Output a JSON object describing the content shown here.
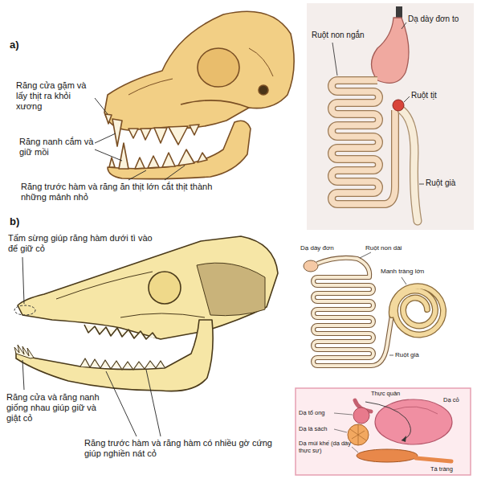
{
  "diagram": {
    "labels": [
      "a)",
      "Răng cửa gặm và lấy thịt ra khỏi xương",
      "Răng nanh cắm và giữ mồi",
      "Răng trước hàm và răng ăn thịt lớn cắt thịt thành những mảnh nhỏ",
      "Dạ dày đơn to",
      "Ruột non ngắn",
      "Ruột tịt",
      "Ruột già",
      "b)",
      "Tấm sừng giúp răng hàm dưới tì vào để giữ cỏ",
      "Răng cửa và răng nanh giống nhau giúp giữ và giật cỏ",
      "Răng trước hàm và răng hàm có nhiều gờ cứng giúp nghiền nát cỏ",
      "Dạ dày đơn",
      "Ruột non dài",
      "Manh tràng lớn",
      "Ruột già",
      "Thực quản",
      "Dạ cỏ",
      "Dạ tổ ong",
      "Dạ lá sách",
      "Dạ múi khế (dạ dày thực sự)",
      "Tá tràng"
    ]
  }
}
